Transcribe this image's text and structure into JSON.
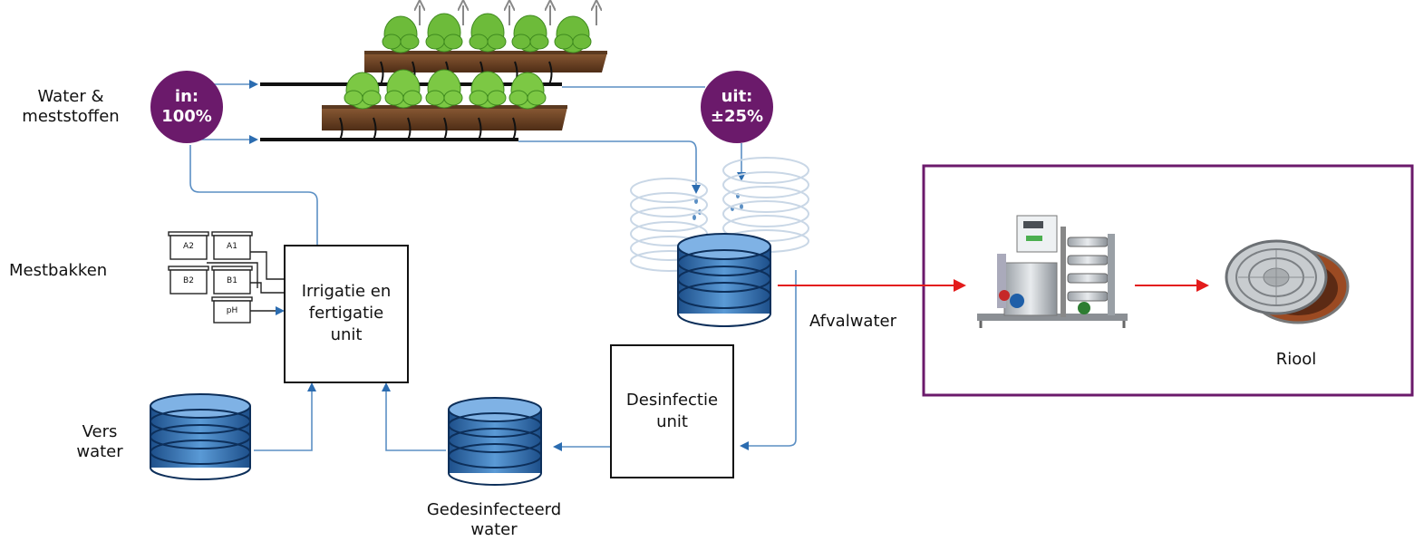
{
  "labels": {
    "water_nutrients": "Water &\nmeststoffen",
    "fertilizer_tanks": "Mestbakken",
    "fresh_water": "Vers\nwater",
    "disinfected_water": "Gedesinfecteerd\nwater",
    "waste_water": "Afvalwater",
    "sewer": "Riool"
  },
  "inlet": {
    "label": "in:\n100%"
  },
  "outlet": {
    "label": "uit:\n±25%"
  },
  "irrigation_unit": {
    "label": "Irrigatie en\nfertigatie\nunit"
  },
  "disinfection_unit": {
    "label": "Desinfectie\nunit"
  },
  "tanks": {
    "a2": "A2",
    "a1": "A1",
    "b2": "B2",
    "b1": "B1",
    "ph": "pH"
  },
  "colors": {
    "purple": "#6b1a6b",
    "pipe_blue": "#5b8fc4",
    "arrow_blue": "#2b6cb0",
    "red_arrow": "#e31b1b",
    "tank_blue": "#3f7fc0",
    "plant_green": "#6dbb3a",
    "soil_brown": "#7a4a2a"
  }
}
